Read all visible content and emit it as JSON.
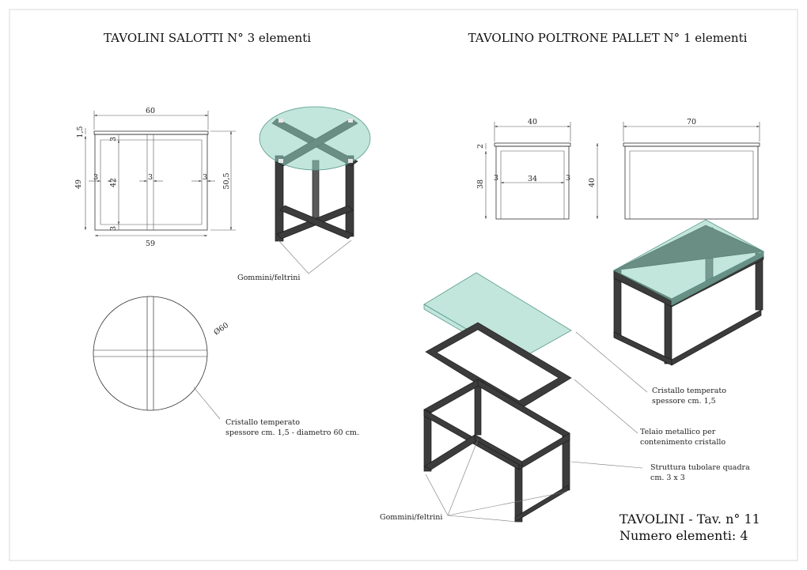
{
  "sheet": {
    "left_title": "TAVOLINI SALOTTI N° 3 elementi",
    "right_title": "TAVOLINO POLTRONE PALLET N° 1 elementi"
  },
  "left_views": {
    "front_dims": {
      "width_top": "60",
      "width_bottom": "59",
      "glass_thickness": "1,5",
      "frame_height": "49",
      "inner_height": "42",
      "total_height": "50,5",
      "tube": "3"
    },
    "plan_dim": "Ø60",
    "note_feet": "Gommini/feltrini",
    "note_glass_line1": "Cristallo temperato",
    "note_glass_line2": "spessore cm. 1,5 - diametro 60 cm."
  },
  "right_views": {
    "front_dims": {
      "width": "40",
      "inner_width": "34",
      "glass_thickness": "2",
      "frame_height": "38",
      "tube": "3"
    },
    "side_dims": {
      "width": "70",
      "height": "40"
    },
    "note_glass_line1": "Cristallo temperato",
    "note_glass_line2": "spessore cm. 1,5",
    "note_frame_line1": "Telaio metallico per",
    "note_frame_line2": "contenimento cristallo",
    "note_structure_line1": "Struttura tubolare quadra",
    "note_structure_line2": "cm. 3 x 3",
    "note_feet": "Gommini/feltrini"
  },
  "footer": {
    "line1": "TAVOLINI - Tav. n° 11",
    "line2": "Numero elementi: 4"
  },
  "colors": {
    "glass": "#8fd0c0",
    "steel": "#3c3c3c",
    "border": "#d8d8d8"
  }
}
